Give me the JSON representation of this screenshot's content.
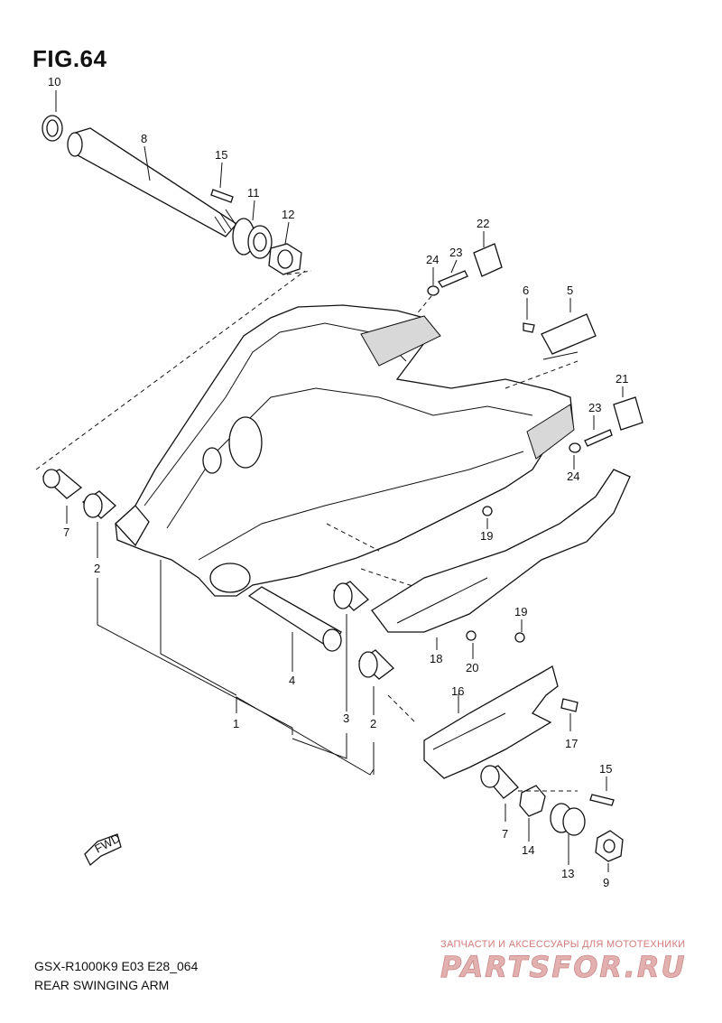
{
  "figure": {
    "title": "FIG.64",
    "code": "GSX-R1000K9 E03 E28_064",
    "name": "REAR SWINGING ARM"
  },
  "fwd_label": "FWD",
  "watermark": {
    "tagline": "ЗАПЧАСТИ И АКСЕССУАРЫ ДЛЯ МОТОТЕХНИКИ",
    "logo_text": "PARTSFOR.RU",
    "color": "#d9a0a0"
  },
  "callouts": [
    "10",
    "8",
    "15",
    "11",
    "12",
    "22",
    "23",
    "24",
    "6",
    "5",
    "21",
    "23",
    "24",
    "7",
    "2",
    "19",
    "19",
    "18",
    "20",
    "4",
    "3",
    "1",
    "2",
    "16",
    "17",
    "15",
    "7",
    "14",
    "13",
    "9"
  ]
}
